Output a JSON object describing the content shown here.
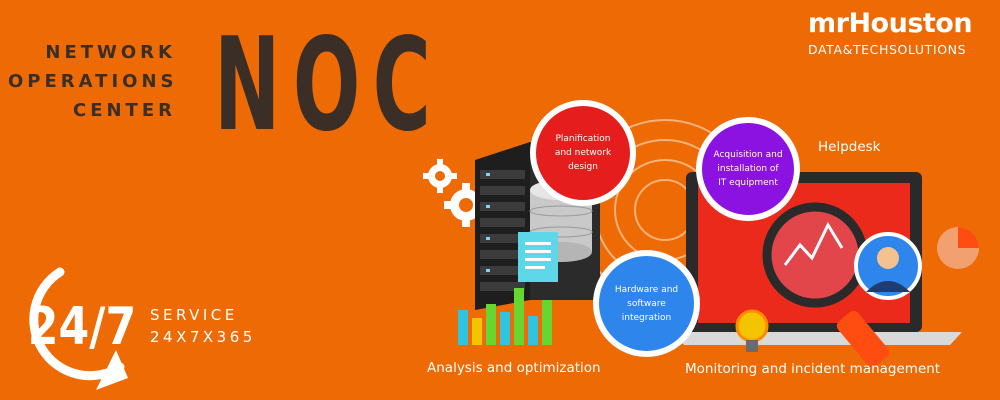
{
  "title_lines": [
    "NETWORK",
    "OPERATIONS",
    "CENTER"
  ],
  "big_title": "NOC",
  "brand": {
    "name": "mrHouston",
    "tagline": "DATA&TECHSOLUTIONS"
  },
  "badge": {
    "text": "24/7"
  },
  "service": {
    "line1": "SERVICE",
    "line2": "24X7X365"
  },
  "bubbles": {
    "planification": "Planification and network design",
    "acquisition": "Acquisition and installation of IT equipment",
    "hardware": "Hardware and software integration"
  },
  "labels": {
    "helpdesk": "Helpdesk",
    "analysis": "Analysis and optimization",
    "monitoring": "Monitoring and incident management"
  },
  "colors": {
    "background": "#ee6a05",
    "title_dark": "#3a2e27",
    "bubble_red": "#e61d1d",
    "bubble_purple": "#8b12e0",
    "bubble_blue": "#2e86ec",
    "screen_red": "#ec2a1c"
  }
}
